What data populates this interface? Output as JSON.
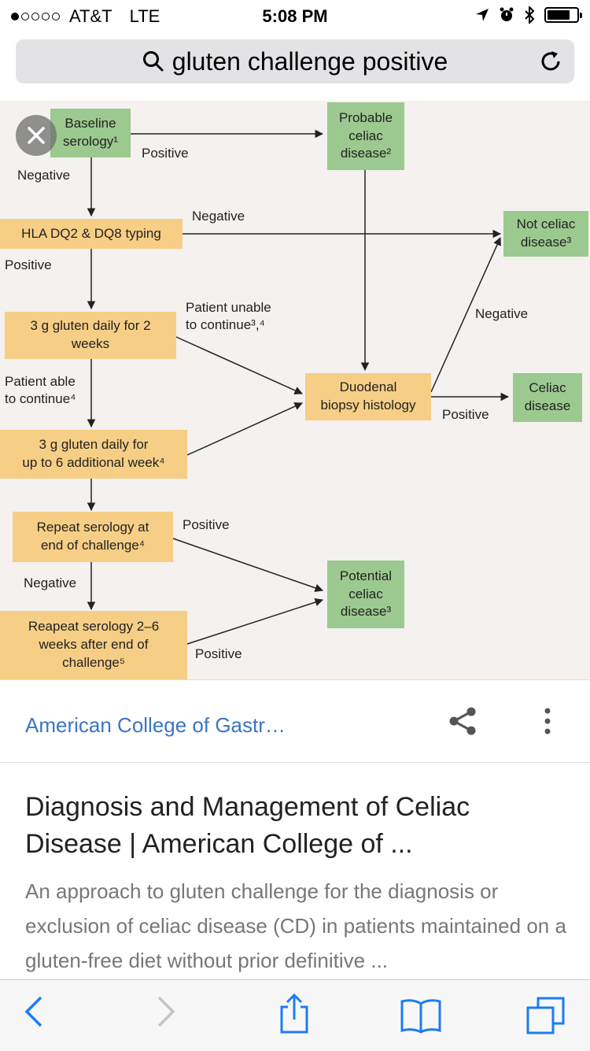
{
  "status_bar": {
    "carrier": "AT&T",
    "network": "LTE",
    "time": "5:08 PM"
  },
  "search": {
    "query": "gluten challenge positive"
  },
  "diagram": {
    "baseline": [
      "Baseline",
      "serology¹"
    ],
    "probable": [
      "Probable",
      "celiac",
      "disease²"
    ],
    "hla": [
      "HLA DQ2 & DQ8 typing"
    ],
    "not_celiac": [
      "Not celiac",
      "disease³"
    ],
    "gluten2": [
      "3 g gluten daily for 2",
      "weeks"
    ],
    "biopsy": [
      "Duodenal",
      "biopsy histology"
    ],
    "celiac": [
      "Celiac",
      "disease"
    ],
    "gluten6": [
      "3 g gluten daily for",
      "up to 6 additional week⁴"
    ],
    "repeat1": [
      "Repeat serology at",
      "end of challenge⁴"
    ],
    "potential": [
      "Potential",
      "celiac",
      "disease³"
    ],
    "repeat2": [
      "Reapeat serology 2–6",
      "weeks after end of",
      "challenge⁵"
    ],
    "labels": {
      "positive_top": "Positive",
      "negative_1": "Negative",
      "negative_hla": "Negative",
      "positive_hla": "Positive",
      "unable": [
        "Patient unable",
        "to continue³,⁴"
      ],
      "negative_right": "Negative",
      "able": [
        "Patient able",
        "to continue⁴"
      ],
      "positive_biopsy": "Positive",
      "positive_repeat1": "Positive",
      "negative_repeat1": "Negative",
      "positive_repeat2": "Positive"
    }
  },
  "result": {
    "source": "American College of Gastr…",
    "title": "Diagnosis and Management of Celiac Disease | American College of ...",
    "snippet": "An approach to gluten challenge for the diagnosis or exclusion of celiac disease (CD) in patients maintained on a gluten-free diet without prior definitive ..."
  },
  "icons": [
    "search-icon",
    "reload-icon",
    "close-icon",
    "share-icon",
    "more-icon",
    "back-icon",
    "forward-icon",
    "share-toolbar-icon",
    "bookmarks-icon",
    "tabs-icon"
  ],
  "colors": {
    "yellow_box": "#f6ce85",
    "green_box": "#9cc98f",
    "link": "#3a75c4",
    "ios_blue": "#1e7cf2"
  }
}
